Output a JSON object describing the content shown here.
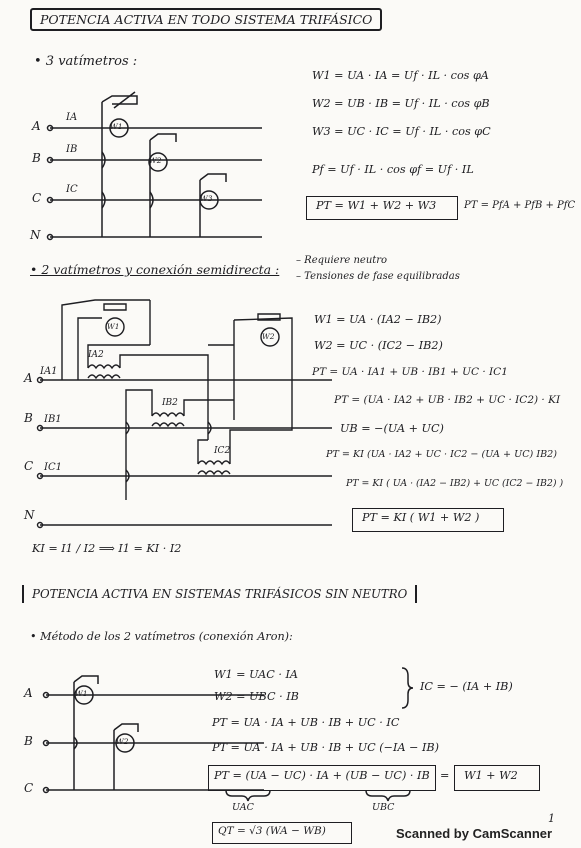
{
  "section1": {
    "title": "POTENCIA ACTIVA EN TODO SISTEMA TRIFÁSICO",
    "bullet": "• 3 vatímetros :",
    "phase_labels": [
      "A",
      "B",
      "C",
      "N"
    ],
    "current_labels": [
      "IA",
      "IB",
      "IC"
    ],
    "meter_labels": [
      "W1",
      "W2",
      "W3"
    ],
    "equations": [
      "W1 = UA · IA = Uf · IL · cos φA",
      "W2 = UB · IB = Uf · IL · cos φB",
      "W3 = UC · IC = Uf · IL · cos φC",
      "Pf = Uf · IL · cos φf = Uf · IL"
    ],
    "boxed_equation": "PT = W1 + W2 + W3",
    "side_equation": "PT = PfA + PfB + PfC"
  },
  "section2": {
    "bullet": "• 2 vatímetros y conexión semidirecta :",
    "notes": [
      "– Requiere neutro",
      "– Tensiones de fase equilibradas"
    ],
    "phase_labels": [
      "A",
      "B",
      "C",
      "N"
    ],
    "current_labels": [
      "IA1",
      "IB1",
      "IC1",
      "IA2",
      "IB2",
      "IC2"
    ],
    "meter_labels": [
      "W1",
      "W2"
    ],
    "equations": [
      "W1 = UA · (IA2 − IB2)",
      "W2 = UC · (IC2 − IB2)",
      "PT = UA · IA1 + UB · IB1 + UC · IC1",
      "PT = (UA · IA2 + UB · IB2 + UC · IC2) · KI",
      "UB = −(UA + UC)",
      "PT = KI (UA · IA2 + UC · IC2 − (UA + UC) IB2)",
      "PT = KI ( UA · (IA2 − IB2) + UC (IC2 − IB2) )"
    ],
    "boxed_equation": "PT = KI ( W1 + W2 )",
    "ratio_equation": "KI = I1 / I2  ⟹  I1 = KI · I2"
  },
  "section3": {
    "title": "POTENCIA ACTIVA EN SISTEMAS TRIFÁSICOS SIN NEUTRO",
    "bullet": "• Método de los 2 vatímetros (conexión Aron):",
    "phase_labels": [
      "A",
      "B",
      "C"
    ],
    "meter_labels": [
      "W1",
      "W2"
    ],
    "equations": [
      "W1 = UAC · IA",
      "W2 = UBC · IB",
      "PT = UA · IA + UB · IB + UC · IC",
      "PT = UA · IA + UB · IB + UC (−IA − IB)"
    ],
    "brace_equation": "IC = − (IA + IB)",
    "boxed_equation_left": "PT = (UA − UC) · IA + (UB − UC) · IB",
    "boxed_equation_right": "W1 + W2",
    "underbrace_labels": [
      "UAC",
      "UBC"
    ],
    "reactive_equation": "QT = √3 (WA − WB)"
  },
  "footer": {
    "scanner": "Scanned by CamScanner",
    "page_number": "1"
  },
  "colors": {
    "ink": "#1e1e22",
    "paper": "#fbfaf7"
  }
}
